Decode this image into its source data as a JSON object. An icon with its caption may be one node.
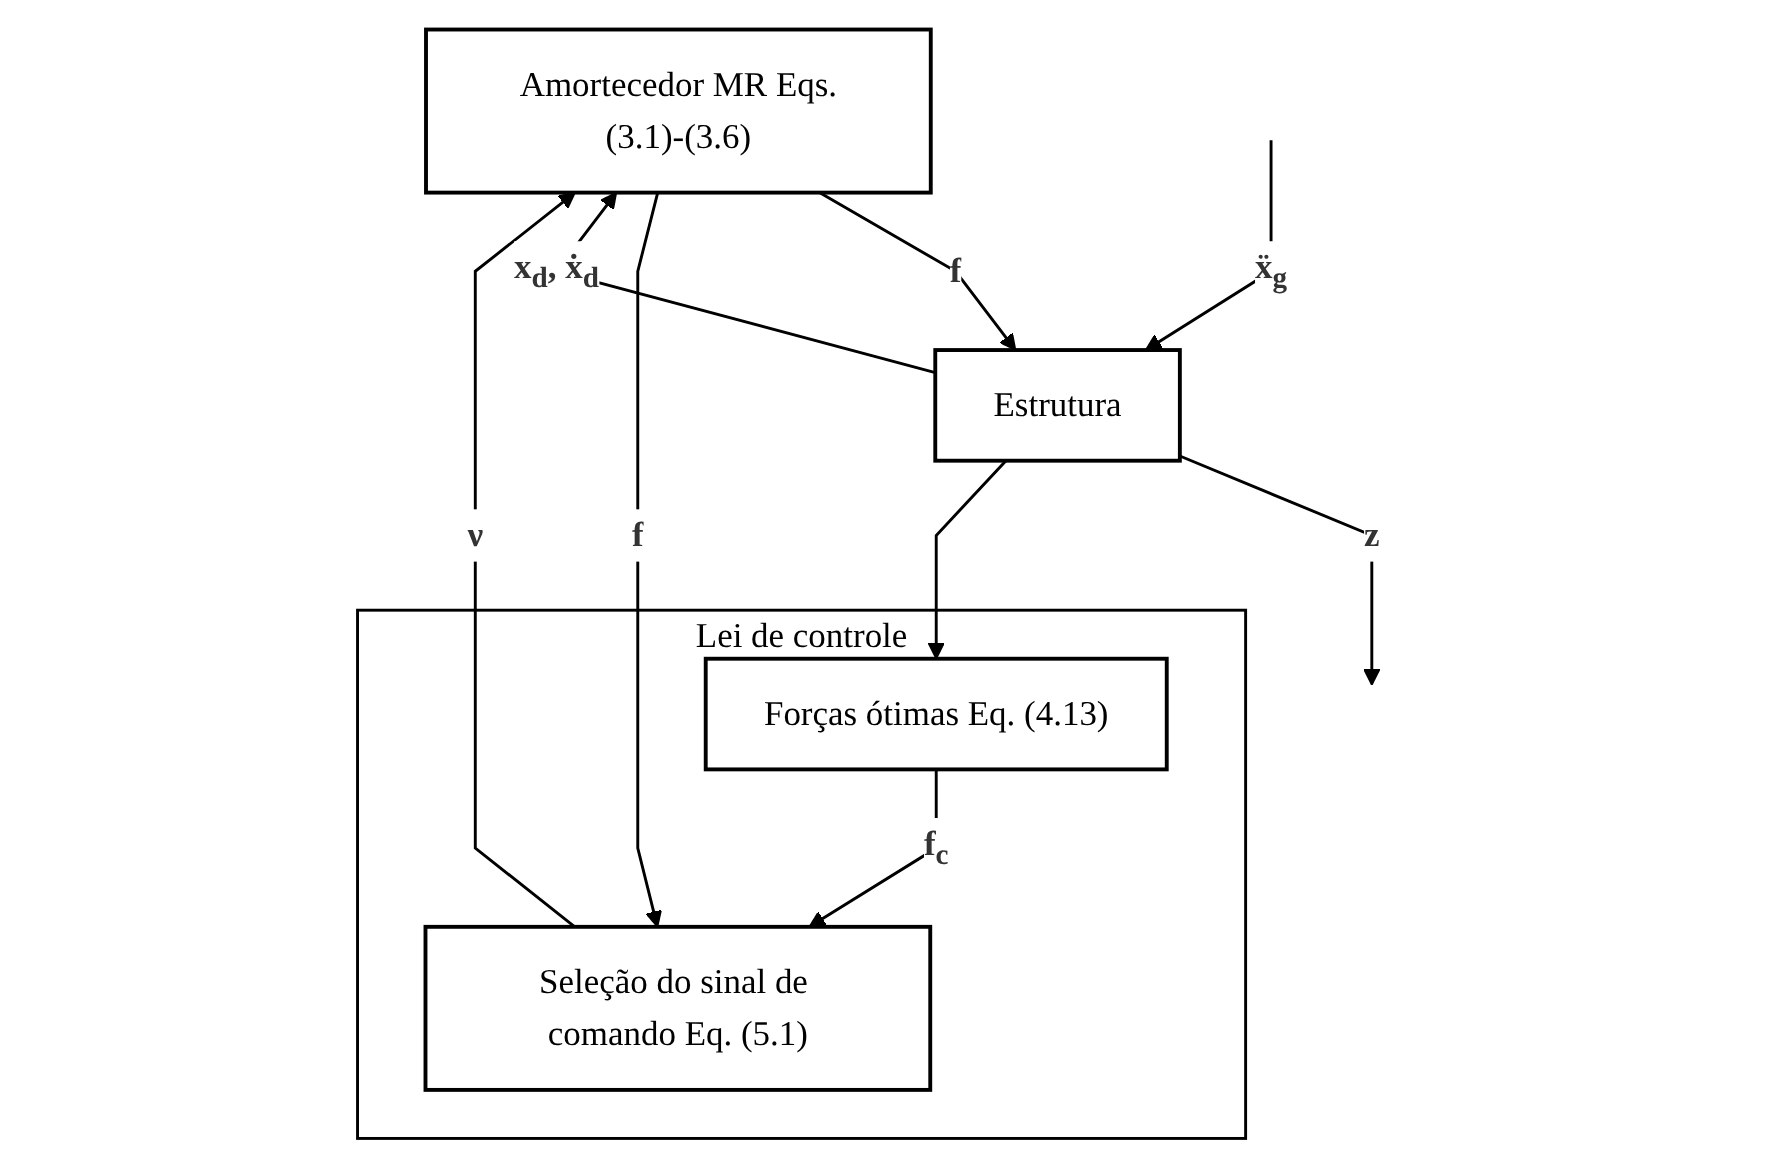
{
  "diagram": {
    "nodes": [
      {
        "text": [
          "Amortecedor MR Eqs.(3.1)-(3.6)"
        ]
      },
      {
        "text": [
          "Estrutura"
        ]
      },
      {
        "text": [
          "Lei de controle"
        ]
      },
      {
        "text": [
          "Seleção do sinal de comando Eq. (5.1)"
        ],
        "in": 2
      },
      {
        "text": [
          "Forças ótimas Eq. (4.13)"
        ],
        "in": 2
      }
    ],
    "edges": [
      {
        "from": 0,
        "to": 1,
        "arrow": "to",
        "label": "f"
      },
      {
        "from": null,
        "to": 1,
        "arrow": "to",
        "label": "ẍ$_{g}$"
      },
      {
        "from": 1,
        "to": null,
        "arrow": "to",
        "label": "z"
      },
      {
        "from": 1,
        "to": 0,
        "arrow": "to",
        "label": "x$_{d}$, ẋ$_{d}$"
      },
      {
        "from": 0,
        "to": 3,
        "arrow": "to",
        "label": "f"
      },
      {
        "from": 1,
        "to": 4,
        "arrow": "to"
      },
      {
        "from": 4,
        "to": 3,
        "arrow": "to",
        "label": "f$_{c}$"
      },
      {
        "from": 3,
        "to": 0,
        "arrow": "to",
        "label": "ν"
      }
    ]
  }
}
